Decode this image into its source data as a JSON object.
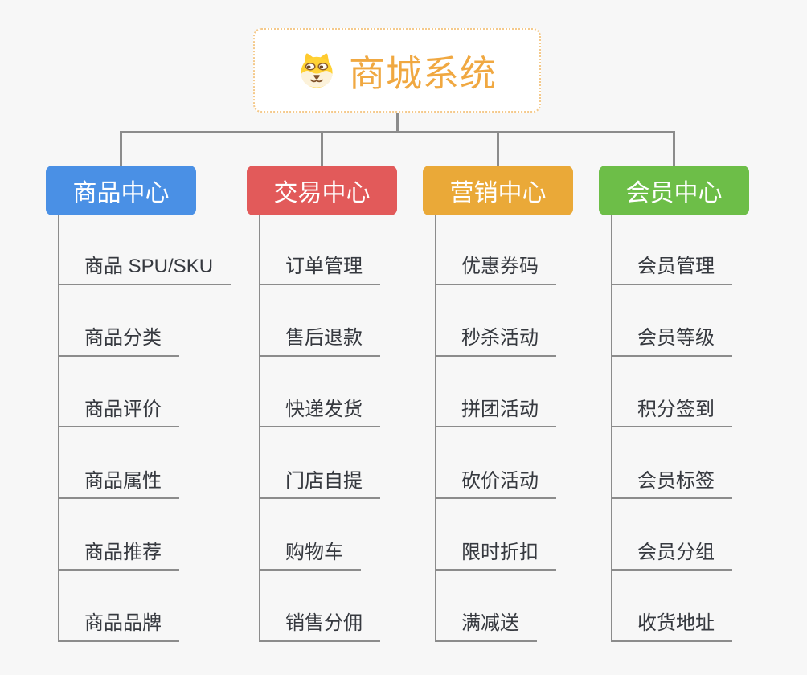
{
  "page": {
    "background": "#f7f7f7"
  },
  "connector": {
    "color": "#8c8c8c"
  },
  "root": {
    "title": "商城系统",
    "icon": "dog-face-icon",
    "title_color": "#f0a841",
    "border_color": "#f4c98b",
    "background": "#ffffff"
  },
  "branches": [
    {
      "label": "商品中心",
      "color": "#4a90e5",
      "items": [
        "商品 SPU/SKU",
        "商品分类",
        "商品评价",
        "商品属性",
        "商品推荐",
        "商品品牌"
      ]
    },
    {
      "label": "交易中心",
      "color": "#e25a5a",
      "items": [
        "订单管理",
        "售后退款",
        "快递发货",
        "门店自提",
        "购物车",
        "销售分佣"
      ]
    },
    {
      "label": "营销中心",
      "color": "#eaa938",
      "items": [
        "优惠券码",
        "秒杀活动",
        "拼团活动",
        "砍价活动",
        "限时折扣",
        "满减送"
      ]
    },
    {
      "label": "会员中心",
      "color": "#6dbe48",
      "items": [
        "会员管理",
        "会员等级",
        "积分签到",
        "会员标签",
        "会员分组",
        "收货地址"
      ]
    }
  ],
  "sub_item": {
    "text_color": "#36393f",
    "underline_color": "#8c8c8c"
  }
}
